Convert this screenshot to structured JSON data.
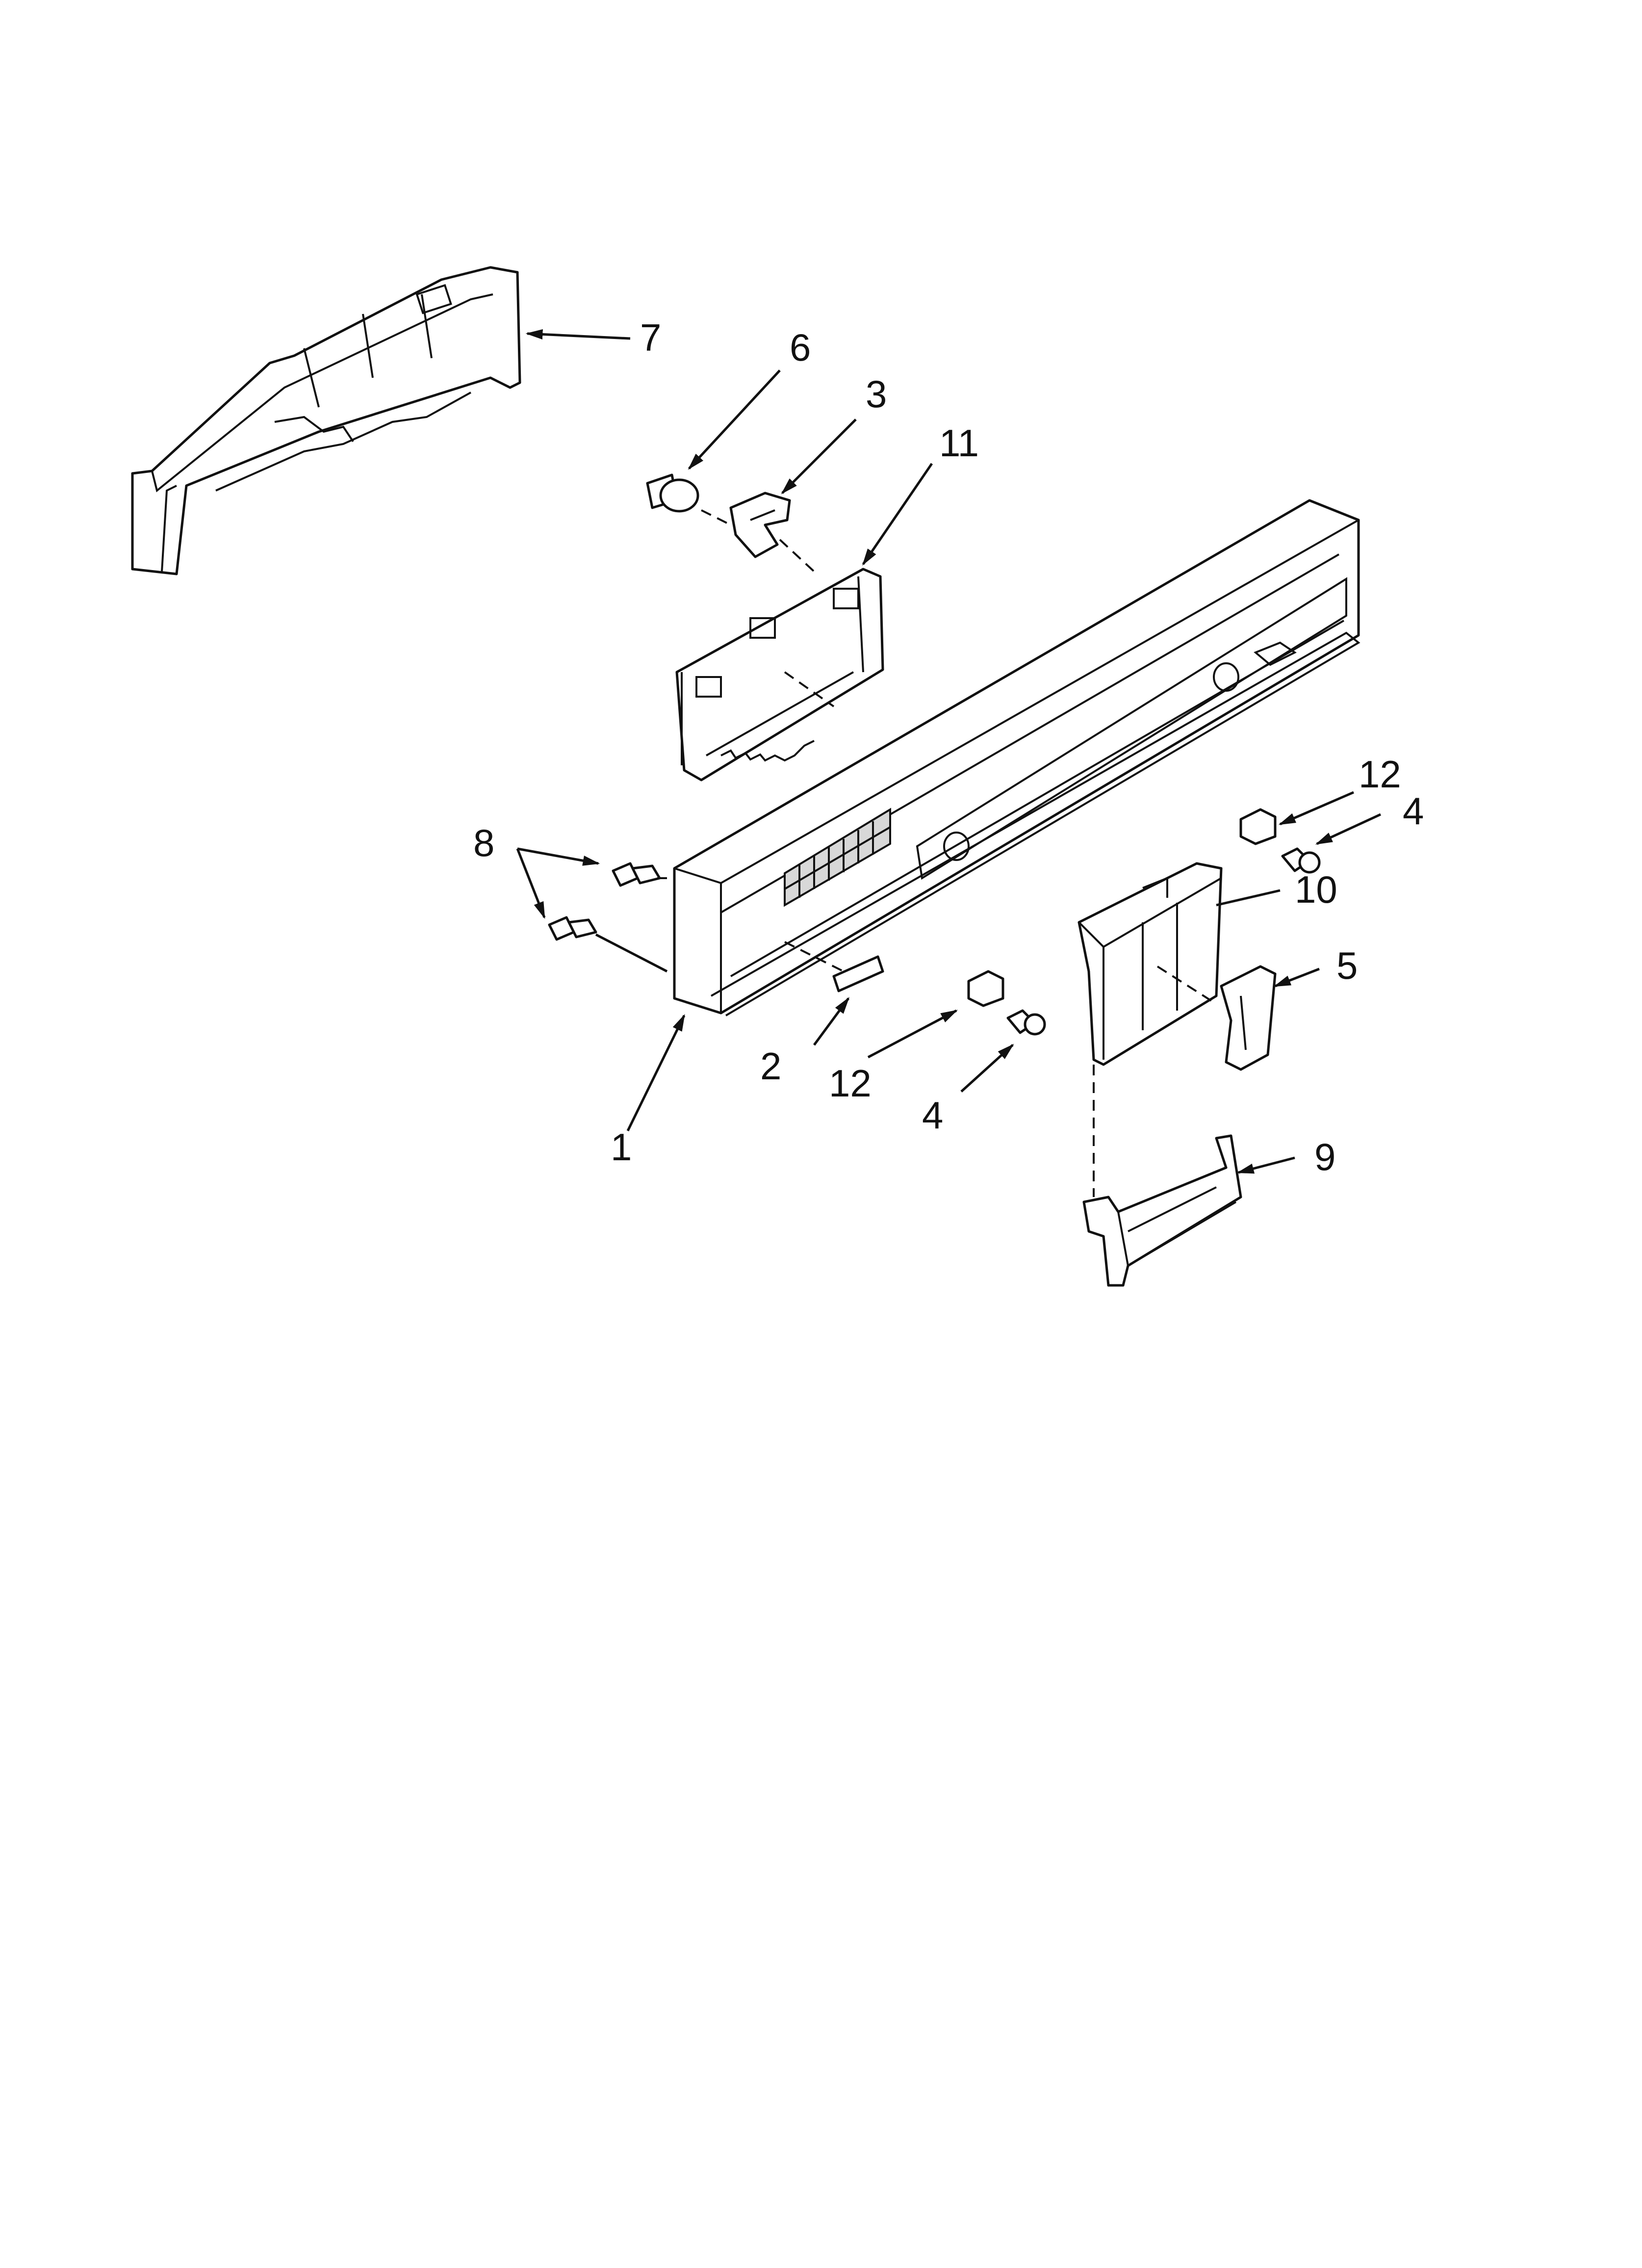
{
  "diagram": {
    "type": "exploded-parts-view",
    "callouts": {
      "p1": "1",
      "p2": "2",
      "p3": "3",
      "p4a": "4",
      "p4b": "4",
      "p5": "5",
      "p6": "6",
      "p7": "7",
      "p8": "8",
      "p9": "9",
      "p10": "10",
      "p11": "11",
      "p12a": "12",
      "p12b": "12"
    }
  }
}
